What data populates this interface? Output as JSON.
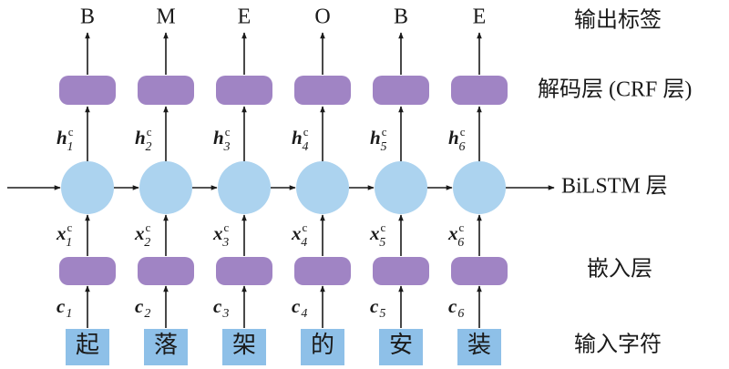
{
  "colors": {
    "layer_box": "#a084c4",
    "lstm_circle": "#acd3ef",
    "input_box": "#8ec0e8",
    "arrow": "#1a1a1a",
    "text": "#1a1a1a"
  },
  "row_labels": {
    "output": "输出标签",
    "decoder": "解码层 (CRF 层)",
    "bilstm": "BiLSTM 层",
    "embedding": "嵌入层",
    "input": "输入字符"
  },
  "columns": [
    {
      "output": "B",
      "hidden_var": "h",
      "hidden_sup": "c",
      "hidden_sub": "1",
      "embed_var": "x",
      "embed_sup": "c",
      "embed_sub": "1",
      "char_var": "c",
      "char_sub": "1",
      "input_char": "起"
    },
    {
      "output": "M",
      "hidden_var": "h",
      "hidden_sup": "c",
      "hidden_sub": "2",
      "embed_var": "x",
      "embed_sup": "c",
      "embed_sub": "2",
      "char_var": "c",
      "char_sub": "2",
      "input_char": "落"
    },
    {
      "output": "E",
      "hidden_var": "h",
      "hidden_sup": "c",
      "hidden_sub": "3",
      "embed_var": "x",
      "embed_sup": "c",
      "embed_sub": "3",
      "char_var": "c",
      "char_sub": "3",
      "input_char": "架"
    },
    {
      "output": "O",
      "hidden_var": "h",
      "hidden_sup": "c",
      "hidden_sub": "4",
      "embed_var": "x",
      "embed_sup": "c",
      "embed_sub": "4",
      "char_var": "c",
      "char_sub": "4",
      "input_char": "的"
    },
    {
      "output": "B",
      "hidden_var": "h",
      "hidden_sup": "c",
      "hidden_sub": "5",
      "embed_var": "x",
      "embed_sup": "c",
      "embed_sub": "5",
      "char_var": "c",
      "char_sub": "5",
      "input_char": "安"
    },
    {
      "output": "E",
      "hidden_var": "h",
      "hidden_sup": "c",
      "hidden_sub": "6",
      "embed_var": "x",
      "embed_sup": "c",
      "embed_sub": "6",
      "char_var": "c",
      "char_sub": "6",
      "input_char": "装"
    }
  ]
}
